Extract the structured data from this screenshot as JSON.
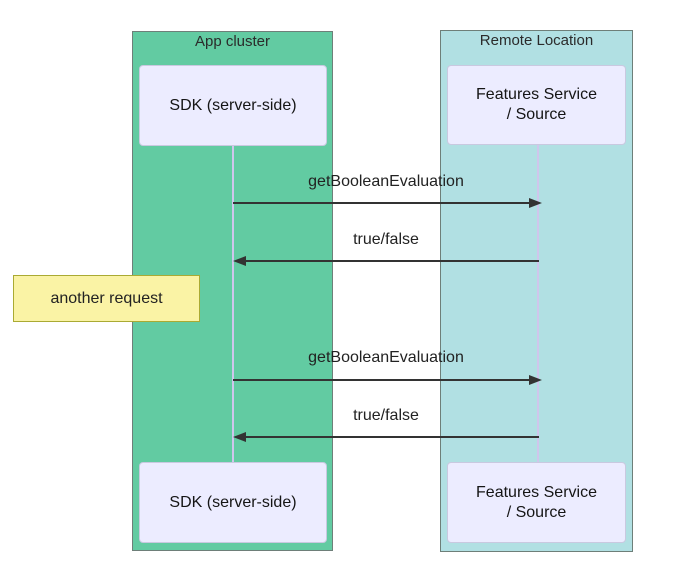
{
  "diagram": {
    "type": "sequence",
    "groups": {
      "app": {
        "label": "App cluster",
        "fill": "#62cba2"
      },
      "remote": {
        "label": "Remote Location",
        "fill": "#b1e0e3"
      }
    },
    "actors": {
      "sdk_top": "SDK (server-side)",
      "features_top": "Features Service\n/ Source",
      "sdk_bottom": "SDK (server-side)",
      "features_bottom": "Features Service\n/ Source"
    },
    "messages": [
      {
        "label": "getBooleanEvaluation",
        "from": "SDK (server-side)",
        "to": "Features Service / Source",
        "direction": "right"
      },
      {
        "label": "true/false",
        "from": "Features Service / Source",
        "to": "SDK (server-side)",
        "direction": "left"
      },
      {
        "label": "getBooleanEvaluation",
        "from": "SDK (server-side)",
        "to": "Features Service / Source",
        "direction": "right"
      },
      {
        "label": "true/false",
        "from": "Features Service / Source",
        "to": "SDK (server-side)",
        "direction": "left"
      }
    ],
    "note": {
      "label": "another request"
    },
    "colors": {
      "app_cluster_fill": "#62cba2",
      "remote_location_fill": "#b1e0e3",
      "group_border": "#6e7f79",
      "actor_fill": "#ececff",
      "actor_border": "#c9c9e0",
      "note_fill": "#faf3a5",
      "note_border": "#aaaa33",
      "lifeline": "#cfc6ec",
      "arrow": "#333333",
      "text": "#222222"
    }
  }
}
